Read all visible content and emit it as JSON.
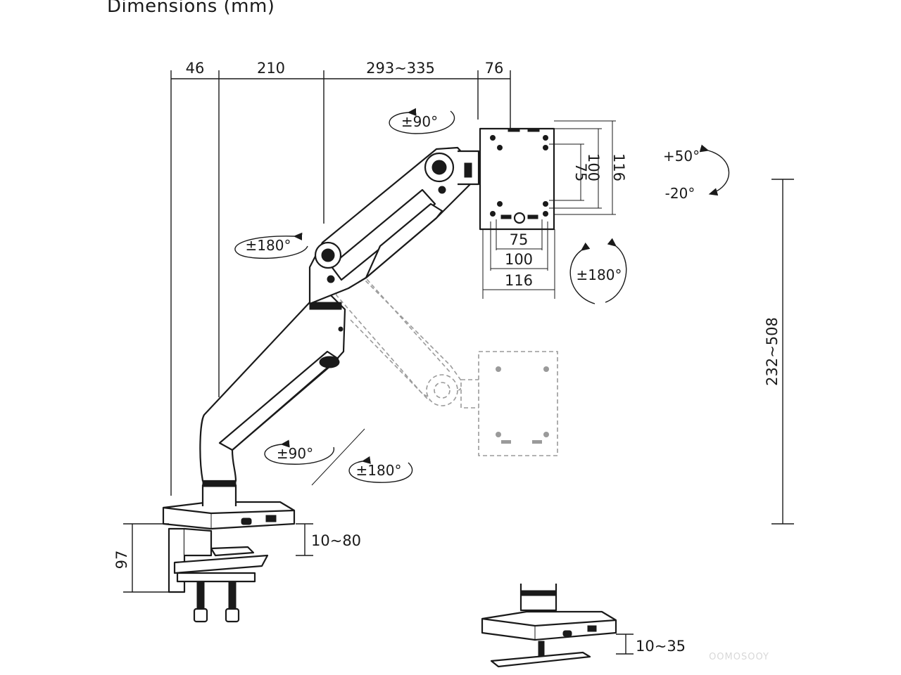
{
  "title": "Dimensions (mm)",
  "dimensions": {
    "d46": "46",
    "d210": "210",
    "d293_335": "293~335",
    "d76": "76",
    "vesa_h_75": "75",
    "vesa_h_100": "100",
    "vesa_h_116": "116",
    "vesa_v_75": "75",
    "vesa_v_100": "100",
    "vesa_v_116": "116",
    "height_232_508": "232~508",
    "clamp_97": "97",
    "clamp_10_80": "10~80",
    "grommet_10_35": "10~35"
  },
  "rotations": {
    "head_swivel": "±90°",
    "upper_arm": "±180°",
    "tilt_up": "+50°",
    "tilt_down": "-20°",
    "monitor_rotate": "±180°",
    "lower_arm": "±90°",
    "base": "±180°"
  },
  "watermark": "OOMOSOOY"
}
